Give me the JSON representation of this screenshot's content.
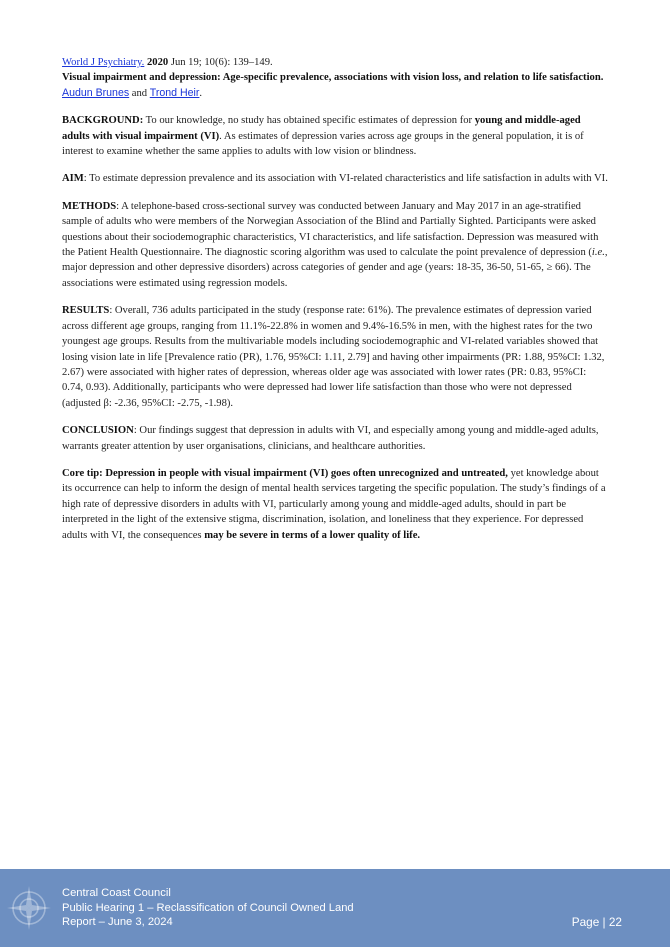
{
  "citation": {
    "journal": "World J Psychiatry.",
    "year": "2020",
    "rest": " Jun 19; 10(6): 139–149."
  },
  "article": {
    "title": "Visual impairment and depression: Age-specific prevalence, associations with vision loss, and relation to life satisfaction.",
    "author1": "Audun Brunes",
    "and": " and ",
    "author2": "Trond Heir",
    "period": "."
  },
  "background": {
    "label": "BACKGROUND:",
    "text1": " To our knowledge, no study has obtained specific estimates of depression for ",
    "bold": "young and middle-aged adults with visual impairment (VI)",
    "text2": ". As estimates of depression varies across age groups in the general population, it is of interest to examine whether the same applies to adults with low vision or blindness."
  },
  "aim": {
    "label": "AIM",
    "text": ": To estimate depression prevalence and its association with VI-related characteristics and life satisfaction in adults with VI."
  },
  "methods": {
    "label": "METHODS",
    "text1": ": A telephone-based cross-sectional survey was conducted between January and May 2017 in an age-stratified sample of adults who were members of the Norwegian Association of the Blind and Partially Sighted. Participants were asked questions about their sociodemographic characteristics, VI characteristics, and life satisfaction. Depression was measured with the Patient Health Questionnaire. The diagnostic scoring algorithm was used to calculate the point prevalence of depression (",
    "ie": "i.e.",
    "text2": ", major depression and other depressive disorders) across categories of gender and age (years: 18-35, 36-50, 51-65, ≥ 66). The associations were estimated using regression models."
  },
  "results": {
    "label": "RESULTS",
    "text": ": Overall, 736 adults participated in the study (response rate: 61%). The prevalence estimates of depression varied across different age groups, ranging from 11.1%-22.8% in women and 9.4%-16.5% in men, with the highest rates for the two youngest age groups. Results from the multivariable models including sociodemographic and VI-related variables showed that losing vision late in life [Prevalence ratio (PR), 1.76, 95%CI: 1.11, 2.79] and having other impairments (PR: 1.88, 95%CI: 1.32, 2.67) were associated with higher rates of depression, whereas older age was associated with lower rates (PR: 0.83, 95%CI: 0.74, 0.93). Additionally, participants who were depressed had lower life satisfaction than those who were not depressed (adjusted β: -2.36, 95%CI: -2.75, -1.98)."
  },
  "conclusion": {
    "label": "CONCLUSION",
    "text": ": Our findings suggest that depression in adults with VI, and especially among young and middle-aged adults, warrants greater attention by user organisations, clinicians, and healthcare authorities."
  },
  "coretip": {
    "bold1": "Core tip: Depression in people with visual impairment (VI) goes often unrecognized and untreated,",
    "text": " yet knowledge about its occurrence can help to inform the design of mental health services targeting the specific population. The study’s findings of a high rate of depressive disorders in adults with VI, particularly among young and middle-aged adults, should in part be interpreted in the light of the extensive stigma, discrimination, isolation, and loneliness that they experience. For depressed adults with VI, the consequences ",
    "bold2": "may be severe in terms of a lower quality of life."
  },
  "footer": {
    "line1": "Central Coast Council",
    "line2": "Public Hearing 1 – Reclassification of Council Owned Land",
    "line3": "Report – June 3, 2024",
    "page": "Page | 22",
    "bg_color": "#6d8fc1",
    "logo_icon": "compass-star-logo"
  },
  "colors": {
    "link": "#1a35d8"
  }
}
